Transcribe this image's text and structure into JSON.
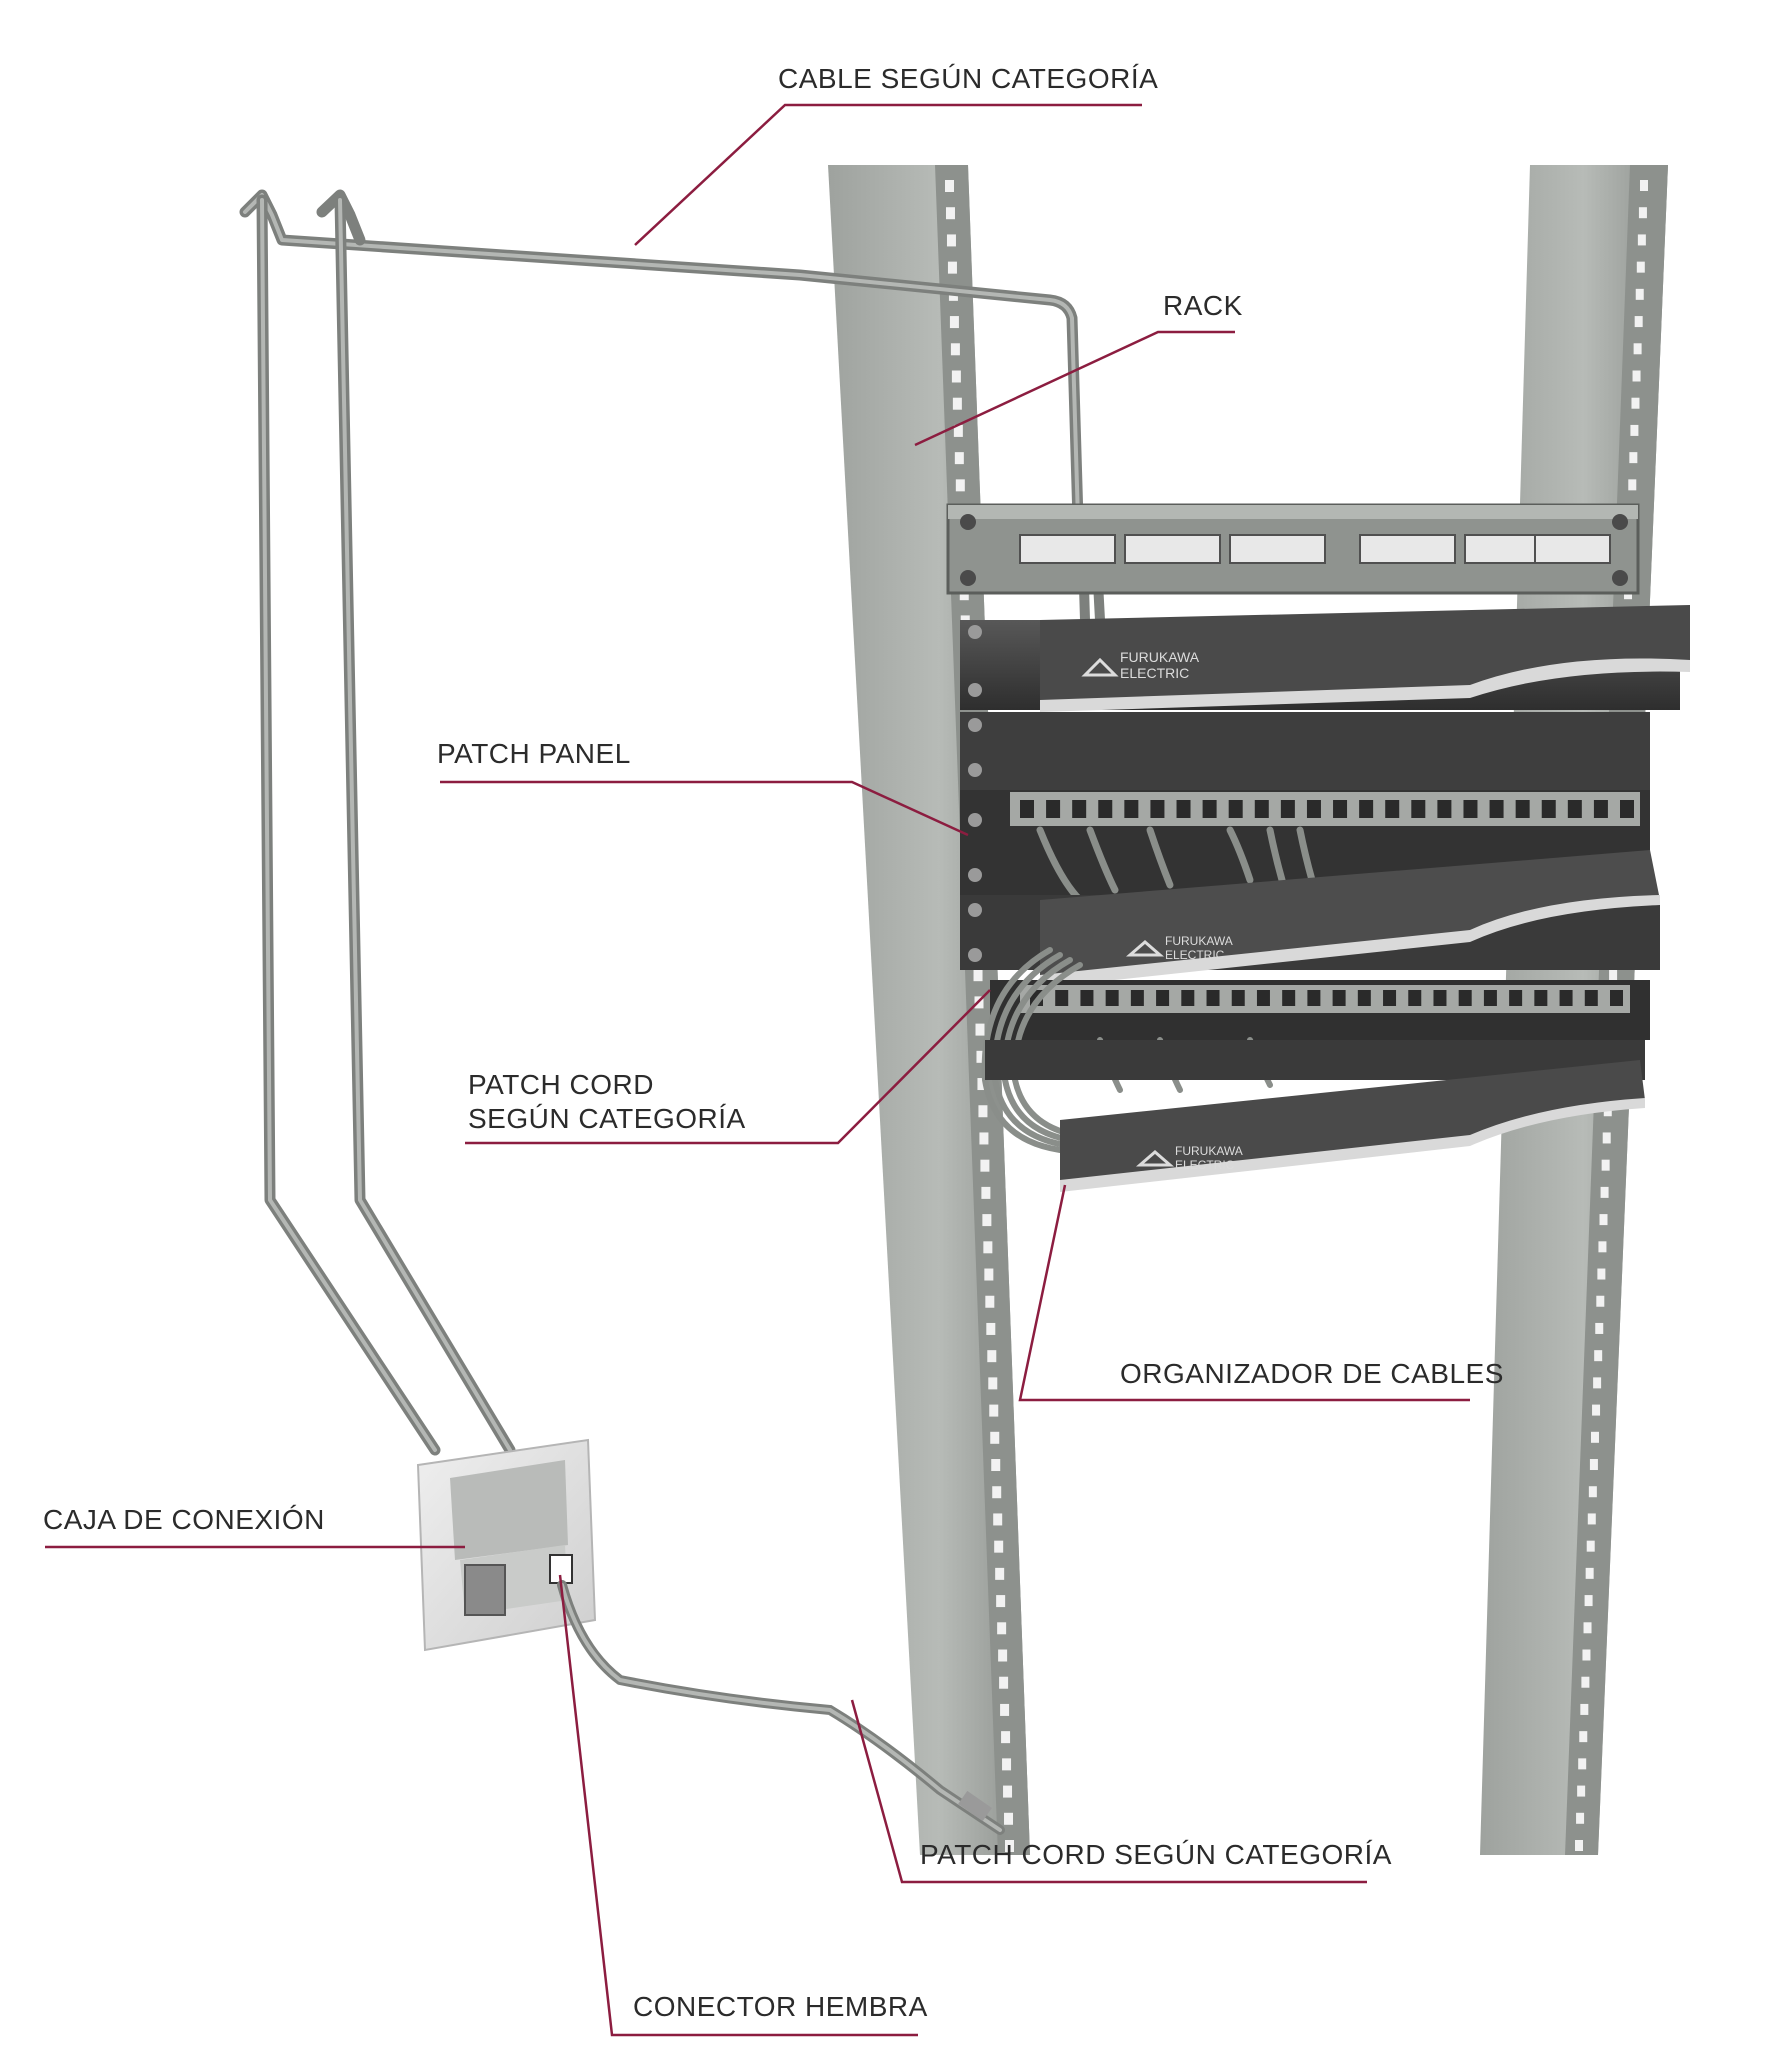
{
  "labels": {
    "cable": "CABLE SEGÚN CATEGORÍA",
    "rack": "RACK",
    "patch_panel": "PATCH PANEL",
    "patch_cord_rack_line1": "PATCH CORD",
    "patch_cord_rack_line2": "SEGÚN CATEGORÍA",
    "organizer": "ORGANIZADOR DE CABLES",
    "connection_box": "CAJA DE CONEXIÓN",
    "patch_cord_bottom": "PATCH CORD SEGÚN CATEGORÍA",
    "female_connector": "CONECTOR HEMBRA"
  },
  "brand": {
    "logo_line1": "FURUKAWA",
    "logo_line2": "ELECTRIC"
  },
  "colors": {
    "leader_line": "#8c1d40",
    "rack": "#a9ada9",
    "rack_dark": "#7f837f",
    "panel": "#3d3d3d",
    "text": "#2b2b2b"
  }
}
